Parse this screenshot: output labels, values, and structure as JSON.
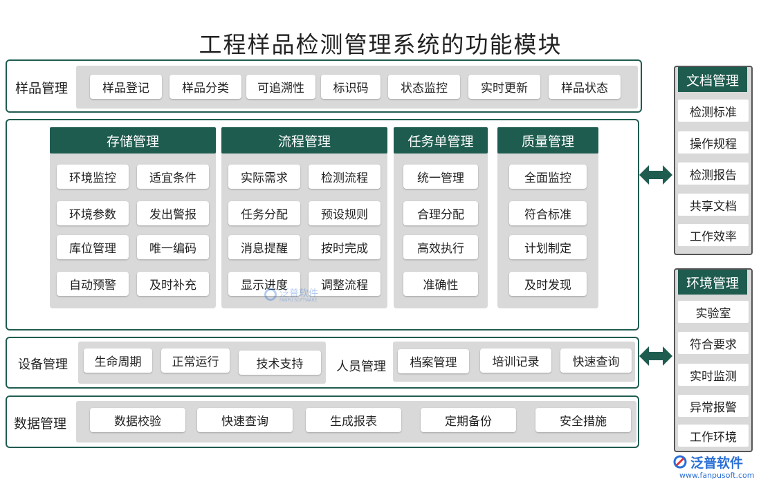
{
  "title": "工程样品检测管理系统的功能模块",
  "sample": {
    "label": "样品管理",
    "items": [
      "样品登记",
      "样品分类",
      "可追溯性",
      "标识码",
      "状态监控",
      "实时更新",
      "样品状态"
    ]
  },
  "storage": {
    "header": "存储管理",
    "items": [
      "环境监控",
      "适宜条件",
      "环境参数",
      "发出警报",
      "库位管理",
      "唯一编码",
      "自动预警",
      "及时补充"
    ]
  },
  "process": {
    "header": "流程管理",
    "items": [
      "实际需求",
      "检测流程",
      "任务分配",
      "预设规则",
      "消息提醒",
      "按时完成",
      "显示进度",
      "调整流程"
    ]
  },
  "task": {
    "header": "任务单管理",
    "items": [
      "统一管理",
      "合理分配",
      "高效执行",
      "准确性"
    ]
  },
  "quality": {
    "header": "质量管理",
    "items": [
      "全面监控",
      "符合标准",
      "计划制定",
      "及时发现"
    ]
  },
  "equipment": {
    "label": "设备管理",
    "items": [
      "生命周期",
      "正常运行",
      "技术支持"
    ]
  },
  "personnel": {
    "label": "人员管理",
    "items": [
      "档案管理",
      "培训记录",
      "快速查询"
    ]
  },
  "datamgmt": {
    "label": "数据管理",
    "items": [
      "数据校验",
      "快速查询",
      "生成报表",
      "定期备份",
      "安全措施"
    ]
  },
  "docs": {
    "header": "文档管理",
    "items": [
      "检测标准",
      "操作规程",
      "检测报告",
      "共享文档",
      "工作效率"
    ]
  },
  "env": {
    "header": "环境管理",
    "items": [
      "实验室",
      "符合要求",
      "实时监测",
      "异常报警",
      "工作环境"
    ]
  },
  "watermark": {
    "name": "泛普软件",
    "sub": "FANPU SOFTWARE"
  },
  "logo": {
    "name": "泛普软件",
    "url": "www.fanpusoft.com"
  },
  "colors": {
    "accent": "#1f5c50",
    "panel_gray": "#d9d9d9",
    "logo_blue": "#2a6fd6"
  },
  "icons": [
    "double-arrow-icon",
    "fanpu-logo-icon"
  ]
}
